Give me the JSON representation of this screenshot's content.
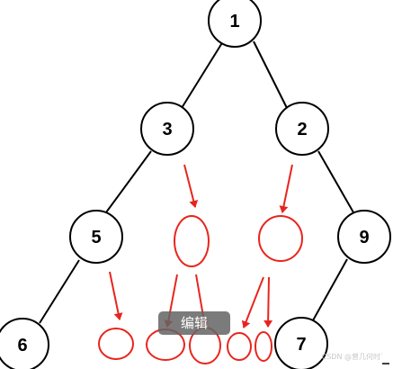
{
  "nodes": {
    "n1": "1",
    "n3": "3",
    "n2": "2",
    "n5": "5",
    "n9": "9",
    "n6": "6",
    "n7": "7"
  },
  "edit_badge": "编辑",
  "watermark": "CSDN @曾几何时`",
  "colors": {
    "node_stroke": "#000000",
    "edge": "#000000",
    "annotation": "#e8251d",
    "badge_bg": "#646464"
  }
}
